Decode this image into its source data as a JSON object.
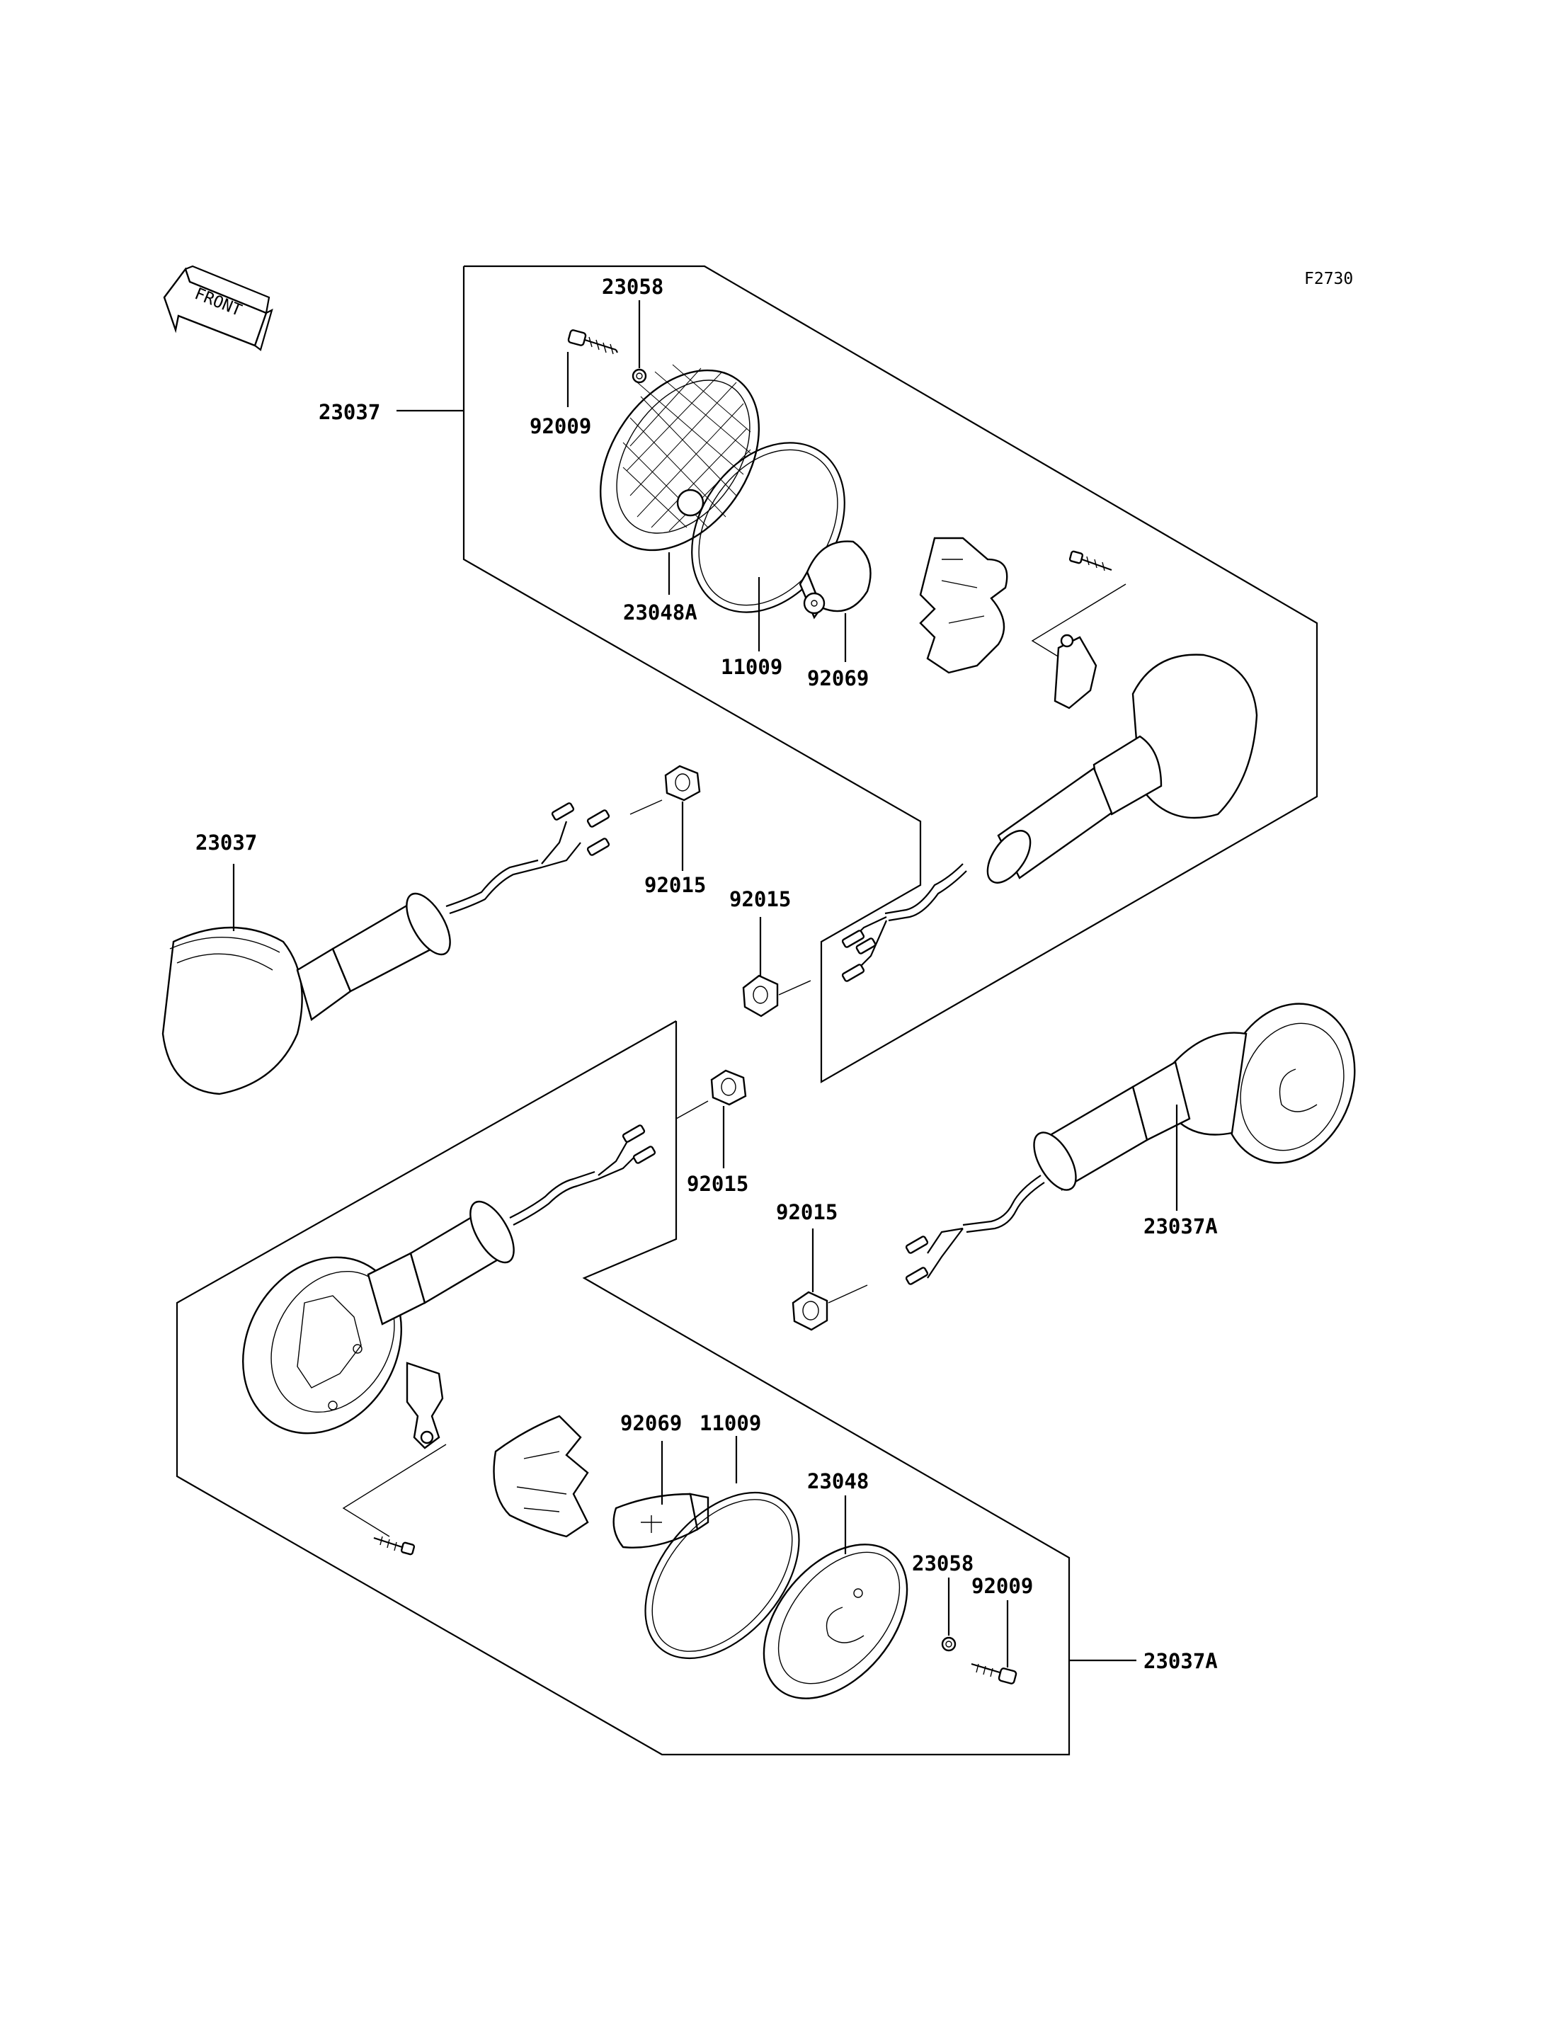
{
  "figure_id": "F2730",
  "front_label": "FRONT",
  "callouts": {
    "c_23058_top": "23058",
    "c_23037_top": "23037",
    "c_92009_top": "92009",
    "c_23048A": "23048A",
    "c_11009_top": "11009",
    "c_92069_top": "92069",
    "c_23037_left": "23037",
    "c_92015_a": "92015",
    "c_92015_b": "92015",
    "c_92015_c": "92015",
    "c_92015_d": "92015",
    "c_23037A_right": "23037A",
    "c_92069_bottom": "92069",
    "c_11009_bottom": "11009",
    "c_23048": "23048",
    "c_23058_bottom": "23058",
    "c_92009_bottom": "92009",
    "c_23037A_bottom": "23037A"
  }
}
